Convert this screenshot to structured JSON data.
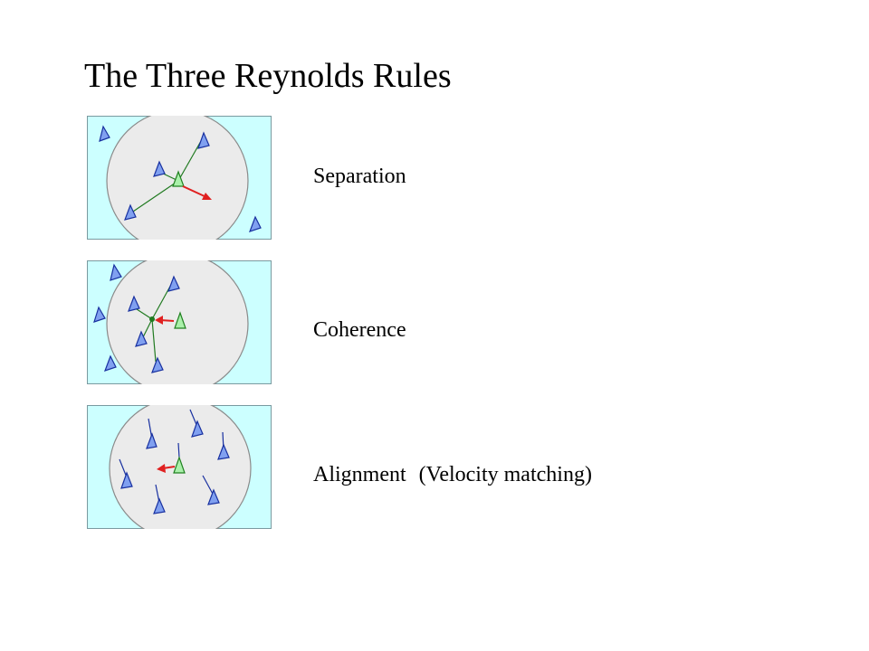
{
  "slide": {
    "title": "The Three Reynolds Rules"
  },
  "rules": [
    {
      "label": "Separation",
      "note": ""
    },
    {
      "label": "Coherence",
      "note": ""
    },
    {
      "label": "Alignment",
      "note": "(Velocity matching)"
    }
  ],
  "colors": {
    "panel_bg": "#ccffff",
    "neighborhood": "#ebebeb",
    "neighbor_fill": "#80a0f0",
    "neighbor_stroke": "#1830a0",
    "self_fill": "#aaf0aa",
    "self_stroke": "#208020",
    "link": "#207a20",
    "steer": "#e02020"
  }
}
